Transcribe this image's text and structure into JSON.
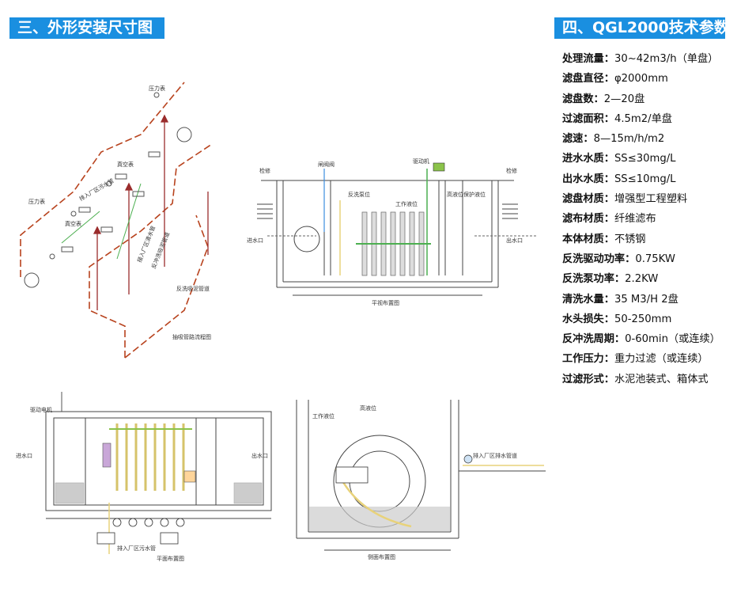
{
  "left_header": "三、外形安装尺寸图",
  "right_header": "四、QGL2000技术参数",
  "specs": [
    {
      "label": "处理流量：",
      "value": "30~42m3/h（单盘）"
    },
    {
      "label": "滤盘直径：",
      "value": "φ2000mm"
    },
    {
      "label": "滤盘数：",
      "value": "2—20盘"
    },
    {
      "label": "过滤面积：",
      "value": "4.5m2/单盘"
    },
    {
      "label": "滤速：",
      "value": "8—15m/h/m2"
    },
    {
      "label": "进水水质：",
      "value": "SS≤30mg/L"
    },
    {
      "label": "出水水质：",
      "value": "SS≤10mg/L"
    },
    {
      "label": "滤盘材质：",
      "value": "增强型工程塑料"
    },
    {
      "label": "滤布材质：",
      "value": "纤维滤布"
    },
    {
      "label": "本体材质：",
      "value": "不锈钢"
    },
    {
      "label": "反洗驱动功率：",
      "value": "0.75KW"
    },
    {
      "label": "反洗泵功率：",
      "value": "2.2KW"
    },
    {
      "label": "清洗水量：",
      "value": "35 M3/H  2盘"
    },
    {
      "label": "水头损失：",
      "value": "50-250mm"
    },
    {
      "label": "反冲洗周期：",
      "value": "0-60min（或连续）"
    },
    {
      "label": "工作压力：",
      "value": "重力过滤（或连续）"
    },
    {
      "label": "过滤形式：",
      "value": "水泥池装式、箱体式"
    }
  ],
  "drawings": {
    "pipe_flow": {
      "caption": "抽吸管路流程图",
      "labels": [
        "压力表",
        "真空表",
        "压力表",
        "真空表",
        "排入厂区污水管",
        "接入厂区清水管",
        "反洗吸泥管道",
        "反冲洗吸泥管道"
      ]
    },
    "front_section": {
      "caption": "平视布置图",
      "labels": [
        "检修",
        "闸阀阀",
        "驱动机",
        "检修",
        "反洗泵位",
        "工作液位",
        "高液位保护液位",
        "进水口",
        "出水口"
      ]
    },
    "plan_view": {
      "caption": "平面布置图",
      "labels": [
        "驱动电机",
        "进水口",
        "出水口",
        "排入厂区污水管"
      ]
    },
    "side_section": {
      "caption": "侧面布置图",
      "labels": [
        "工作液位",
        "高液位",
        "排入厂区排水管道"
      ]
    }
  }
}
